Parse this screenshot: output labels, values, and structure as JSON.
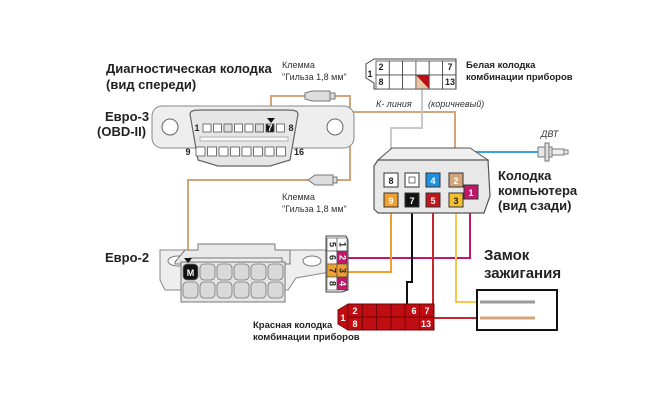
{
  "labels": {
    "diag_title_line1": "Диагностическая колодка",
    "diag_title_line2": "(вид спереди)",
    "euro3_line1": "Евро-3",
    "euro3_line2": "(OBD-II)",
    "euro2": "Евро-2",
    "clamp1_line1": "Клемма",
    "clamp1_line2": "\"Гильза 1,8 мм\"",
    "clamp2_line1": "Клемма",
    "clamp2_line2": "\"Гильза 1,8 мм\"",
    "white_block_line1": "Белая колодка",
    "white_block_line2": "комбинации приборов",
    "k_line": "К- линия",
    "k_line_color": "(коричневый)",
    "dvt": "ДВТ",
    "ecu_line1": "Колодка",
    "ecu_line2": "компьютера",
    "ecu_line3": "(вид сзади)",
    "ignition_line1": "Замок",
    "ignition_line2": "зажигания",
    "red_block_line1": "Красная колодка",
    "red_block_line2": "комбинации приборов"
  },
  "obd2": {
    "pin_first_top": "1",
    "pin_last_top": "8",
    "pin_first_bottom": "9",
    "pin_last_bottom": "16",
    "k_pin": "7"
  },
  "euro2": {
    "k_pin": "M"
  },
  "white_block": {
    "pin_left": "1",
    "top_first": "2",
    "top_last": "7",
    "bottom_first": "8",
    "bottom_last": "13"
  },
  "red_block": {
    "pin_left": "1",
    "top_first": "2",
    "top_6": "6",
    "top_last": "7",
    "bottom_first": "8",
    "bottom_last": "13"
  },
  "small_connector": {
    "pins": [
      {
        "label": "5",
        "color": "#ffffff",
        "text": "#222"
      },
      {
        "label": "1",
        "color": "#ffffff",
        "text": "#222"
      },
      {
        "label": "6",
        "color": "#ffffff",
        "text": "#222"
      },
      {
        "label": "2",
        "color": "#c2186b",
        "text": "#fff"
      },
      {
        "label": "7",
        "color": "#f0a030",
        "text": "#222"
      },
      {
        "label": "3",
        "color": "#f0a030",
        "text": "#222"
      },
      {
        "label": "8",
        "color": "#ffffff",
        "text": "#222"
      },
      {
        "label": "4",
        "color": "#c2186b",
        "text": "#fff"
      }
    ]
  },
  "ecu_pins": [
    {
      "label": "8",
      "color": "#ffffff",
      "text": "#222"
    },
    {
      "label": "",
      "color": "#ffffff",
      "text": "#222"
    },
    {
      "label": "4",
      "color": "#1e90e0",
      "text": "#fff"
    },
    {
      "label": "2",
      "color": "#d4a47a",
      "text": "#fff"
    },
    {
      "label": "1",
      "color": "#c2186b",
      "text": "#fff"
    },
    {
      "label": "9",
      "color": "#f0a030",
      "text": "#fff"
    },
    {
      "label": "7",
      "color": "#111111",
      "text": "#fff"
    },
    {
      "label": "5",
      "color": "#c0161d",
      "text": "#fff"
    },
    {
      "label": "3",
      "color": "#f5c030",
      "text": "#222"
    }
  ],
  "colors": {
    "brown_wire": "#d4a47a",
    "gray_wire": "#c8c8c8",
    "blue_wire": "#3aa0e0",
    "magenta_wire": "#c2186b",
    "orange_wire": "#f0a030",
    "yellow_wire": "#f5c84a",
    "red_wire": "#c8262c",
    "black_wire": "#111111",
    "connector_fill": "#e8e8e8",
    "connector_stroke": "#777777",
    "red_block": "#c00d12"
  }
}
